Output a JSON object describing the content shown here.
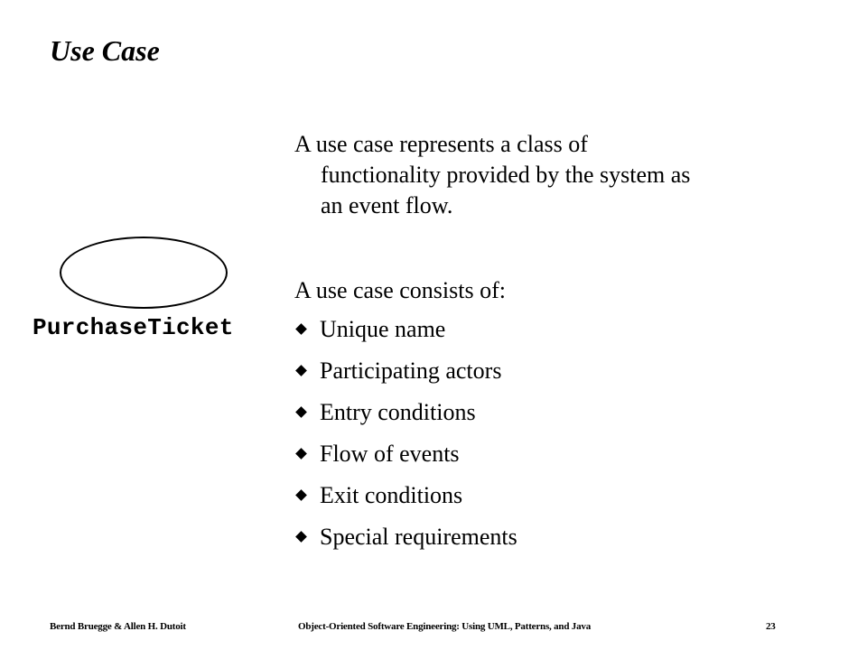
{
  "title": "Use Case",
  "diagram": {
    "label": "PurchaseTicket"
  },
  "definition": {
    "line1": "A use case represents a class of",
    "line2": "functionality provided by the system as",
    "line3": "an event flow."
  },
  "consists_intro": "A use case consists of:",
  "bullets": [
    "Unique name",
    "Participating actors",
    "Entry conditions",
    "Flow of events",
    "Exit conditions",
    "Special requirements"
  ],
  "footer": {
    "authors": "Bernd Bruegge & Allen H. Dutoit",
    "book": "Object-Oriented Software Engineering: Using UML, Patterns, and Java",
    "page": "23"
  }
}
